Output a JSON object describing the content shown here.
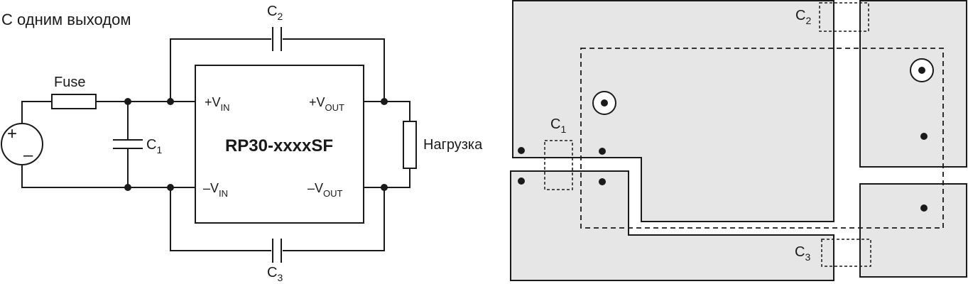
{
  "schematic": {
    "title": "С одним выходом",
    "fuse_label": "Fuse",
    "c1_label": "C",
    "c1_sub": "1",
    "c2_label": "C",
    "c2_sub": "2",
    "c3_label": "C",
    "c3_sub": "3",
    "module_name": "RP30-xxxxSF",
    "vin_plus": "+V",
    "vin_plus_sub": "IN",
    "vin_minus": "–V",
    "vin_minus_sub": "IN",
    "vout_plus": "+V",
    "vout_plus_sub": "OUT",
    "vout_minus": "–V",
    "vout_minus_sub": "OUT",
    "load_label": "Нагрузка",
    "source_plus": "+",
    "source_minus": "–"
  },
  "layout": {
    "c1_label": "C",
    "c1_sub": "1",
    "c2_label": "C",
    "c2_sub": "2",
    "c3_label": "C",
    "c3_sub": "3"
  }
}
